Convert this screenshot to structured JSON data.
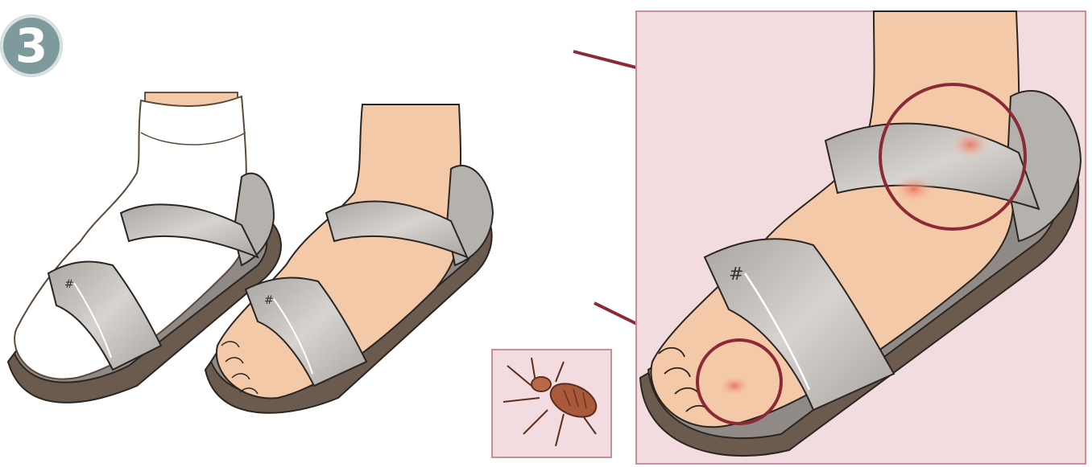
{
  "step": {
    "number": "3"
  },
  "icons": {
    "badge": "step-number-badge",
    "left_illustration": "foot-with-sock-in-sandal",
    "middle_illustration": "bare-foot-in-sandal",
    "zoom_panel": "magnified-sandal-pressure-points",
    "insect": "louse-insect-icon"
  },
  "colors": {
    "badge": "#7f9a9d",
    "skin": "#f4c9a8",
    "sandal_strap": "#b5b1ad",
    "sole": "#6b5a4e",
    "highlight_circle": "#8b2a34",
    "panel_bg": "#f3dcdf"
  },
  "callouts": [
    {
      "target": "ankle-strap-pressure"
    },
    {
      "target": "toe-strap-pressure"
    }
  ]
}
